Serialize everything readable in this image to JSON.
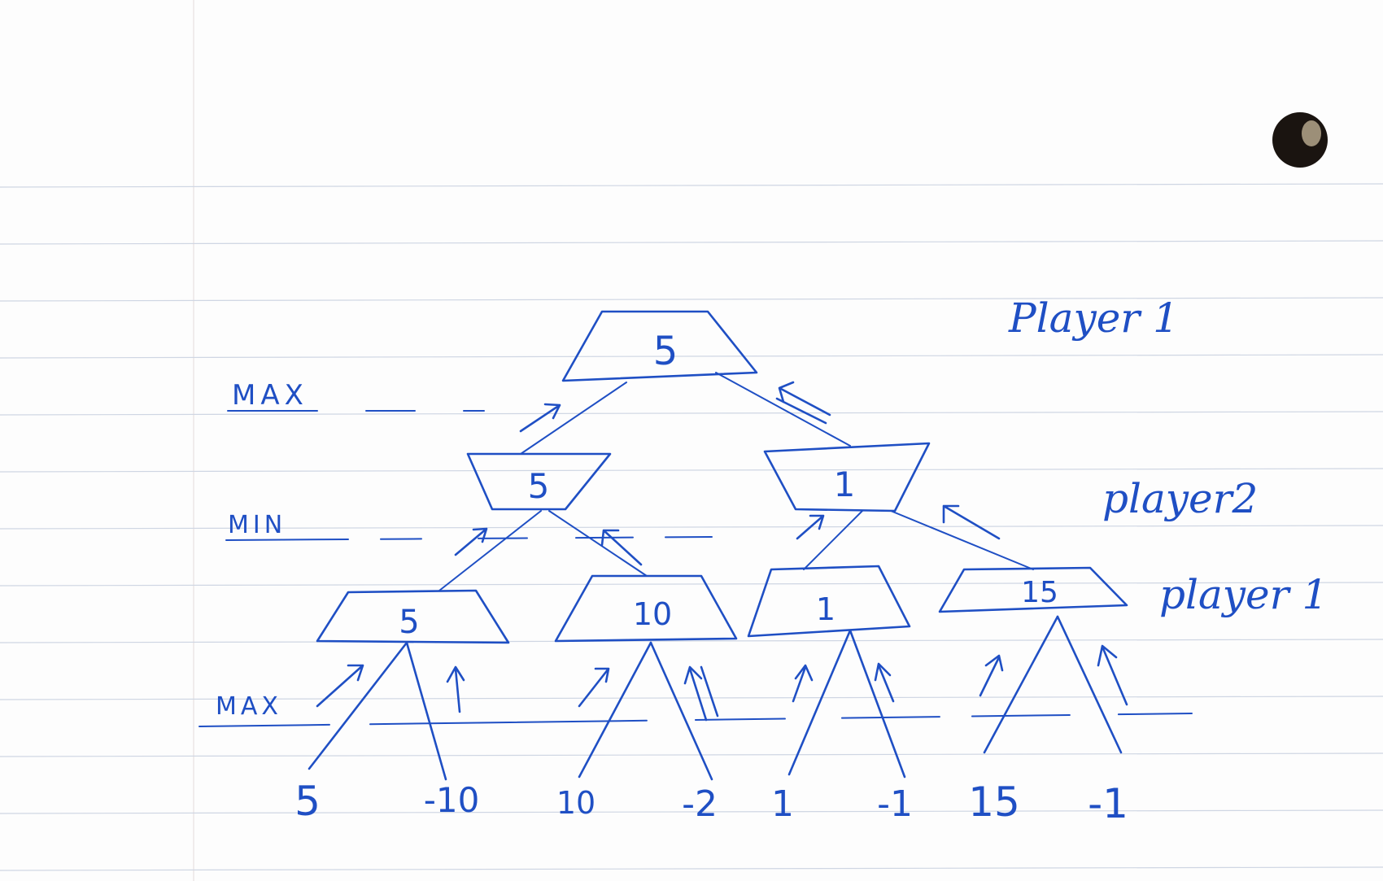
{
  "levels": {
    "max_top": "MAX",
    "min": "MIN",
    "max_bottom": "MAX"
  },
  "players": {
    "top": "Player 1",
    "middle": "player2",
    "bottom": "player 1"
  },
  "tree": {
    "root": "5",
    "min_left": "5",
    "min_right": "1",
    "max_nodes": [
      "5",
      "10",
      "1",
      "15"
    ],
    "leaves": [
      "5",
      "-10",
      "10",
      "-2",
      "1",
      "-1",
      "15",
      "-1"
    ]
  },
  "colors": {
    "ink": "#1f4fc4",
    "paper": "#fdfdfd",
    "rule_line": "#cfd6e3",
    "hole_punch": "#1a1410"
  }
}
